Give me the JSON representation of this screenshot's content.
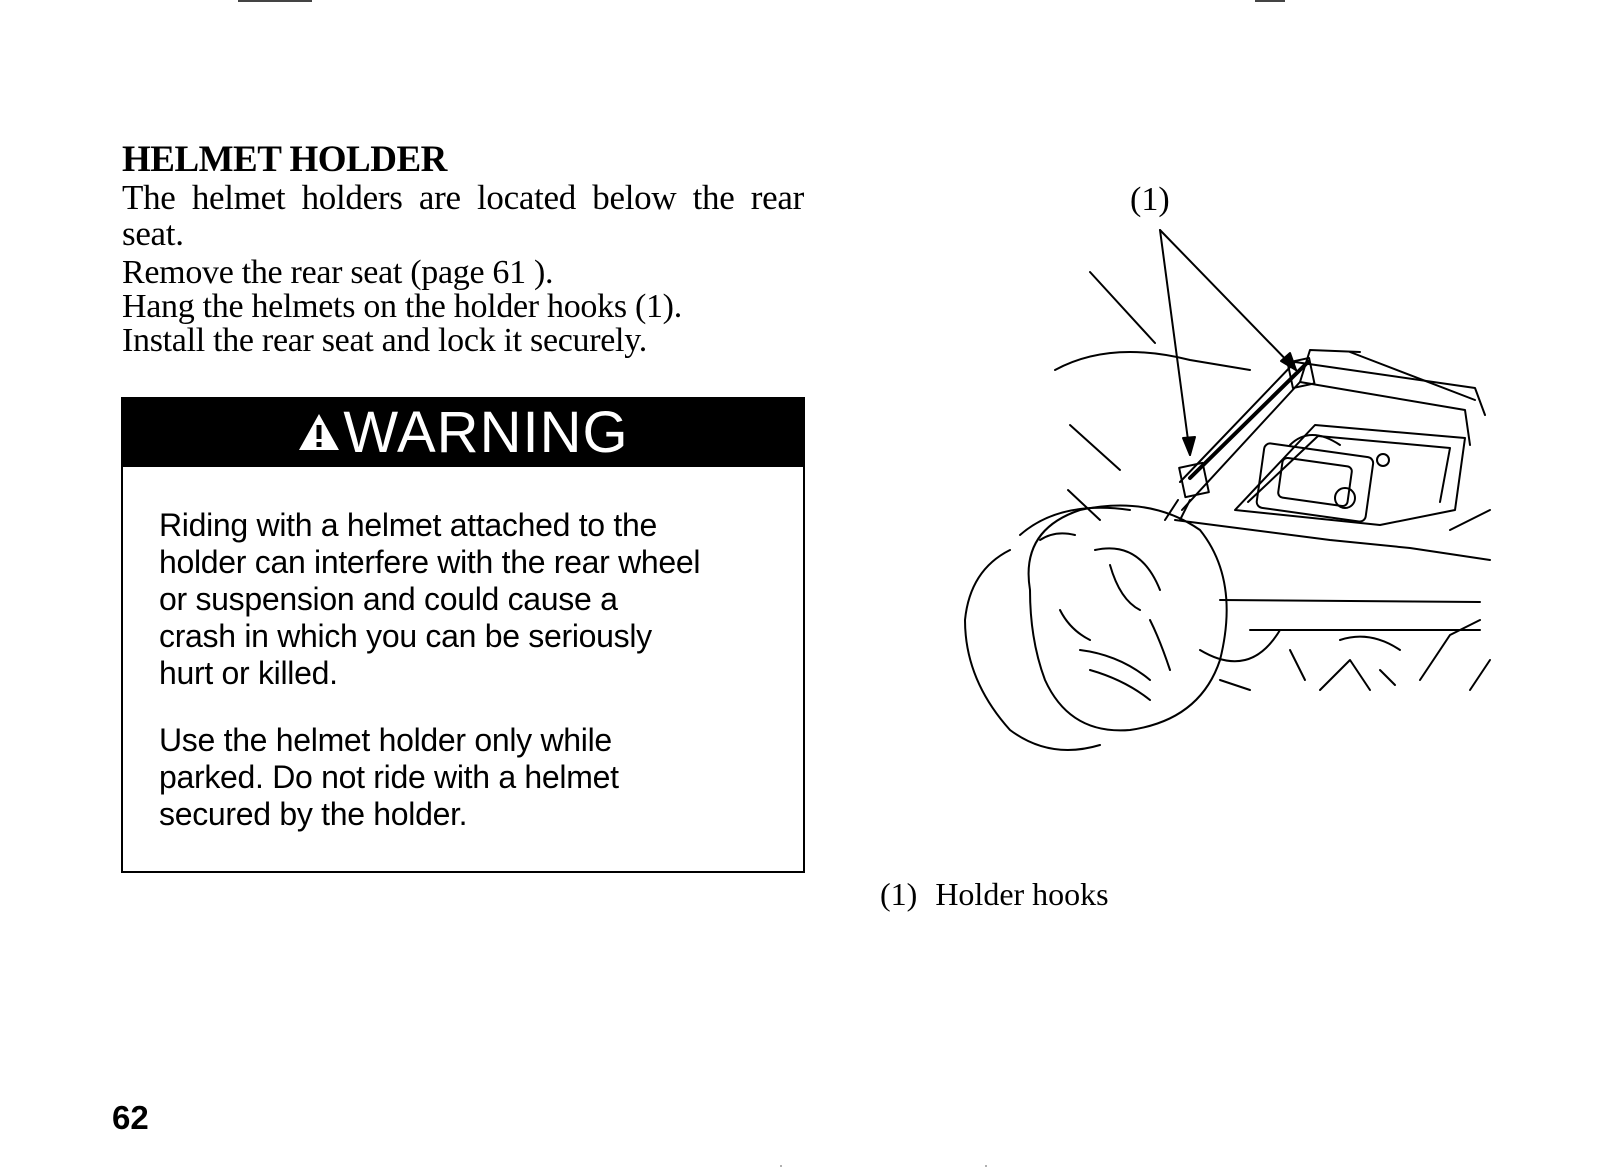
{
  "section": {
    "title": "HELMET HOLDER",
    "intro": "The helmet holders are located below the rear seat.",
    "steps": [
      "Remove the rear seat (page 61 ).",
      "Hang the helmets on the holder hooks (1).",
      "Install the rear seat and lock it securely."
    ]
  },
  "warning": {
    "header": "WARNING",
    "icon": "warning-triangle-icon",
    "paragraphs": [
      "Riding with a helmet attached to the\nholder can interfere with the rear wheel\nor suspension and could cause a\ncrash in which you can be seriously\nhurt or killed.",
      "Use the helmet holder only while\nparked. Do not ride with a helmet\nsecured by the holder."
    ]
  },
  "figure": {
    "callout": "(1)",
    "caption_number": "(1)",
    "caption_text": "Holder hooks"
  },
  "page_number": "62"
}
